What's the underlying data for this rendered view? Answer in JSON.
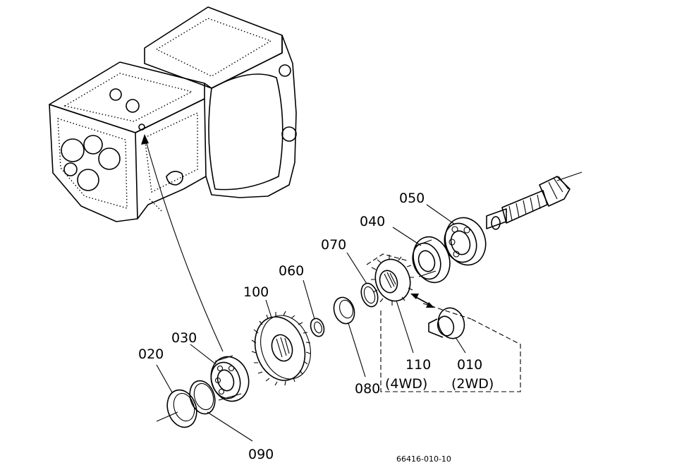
{
  "parts": [
    {
      "key": "p010",
      "number": "010",
      "note": "(2WD)"
    },
    {
      "key": "p020",
      "number": "020"
    },
    {
      "key": "p030",
      "number": "030"
    },
    {
      "key": "p040",
      "number": "040"
    },
    {
      "key": "p050",
      "number": "050"
    },
    {
      "key": "p060",
      "number": "060"
    },
    {
      "key": "p070",
      "number": "070"
    },
    {
      "key": "p080",
      "number": "080"
    },
    {
      "key": "p090",
      "number": "090"
    },
    {
      "key": "p100",
      "number": "100"
    },
    {
      "key": "p110",
      "number": "110",
      "note": "(4WD)"
    }
  ],
  "drawing_reference": "66416-010-10"
}
